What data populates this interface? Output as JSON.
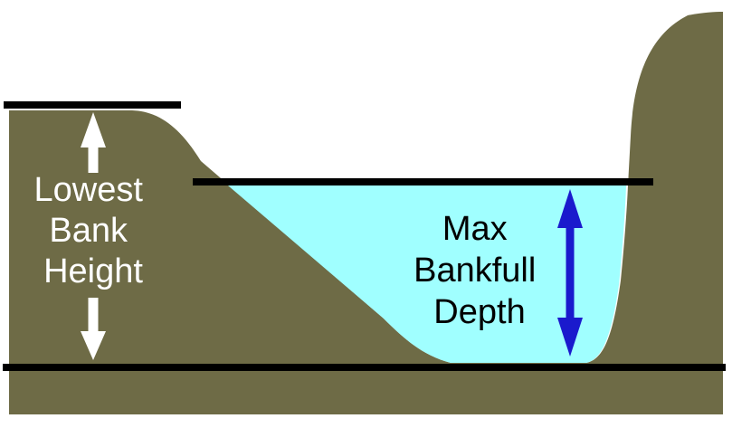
{
  "diagram": {
    "type": "stream-channel-cross-section",
    "left_label": {
      "full_text": "Lowest Bank Height",
      "line1": "Lowest",
      "line2": "Bank",
      "line3": "Height"
    },
    "right_label": {
      "full_text": "Max Bankfull Depth",
      "line1": "Max",
      "line2": "Bankfull",
      "line3": "Depth"
    },
    "colors": {
      "ground": "#6E6B46",
      "water": "#A0FFFF",
      "measure_arrow_blue": "#1A1ACD",
      "measure_arrow_white": "#FFFFFF",
      "reference_line_black": "#000000",
      "left_label_text": "#FFFFFF",
      "right_label_text": "#000000",
      "background": "#FFFFFF"
    }
  }
}
